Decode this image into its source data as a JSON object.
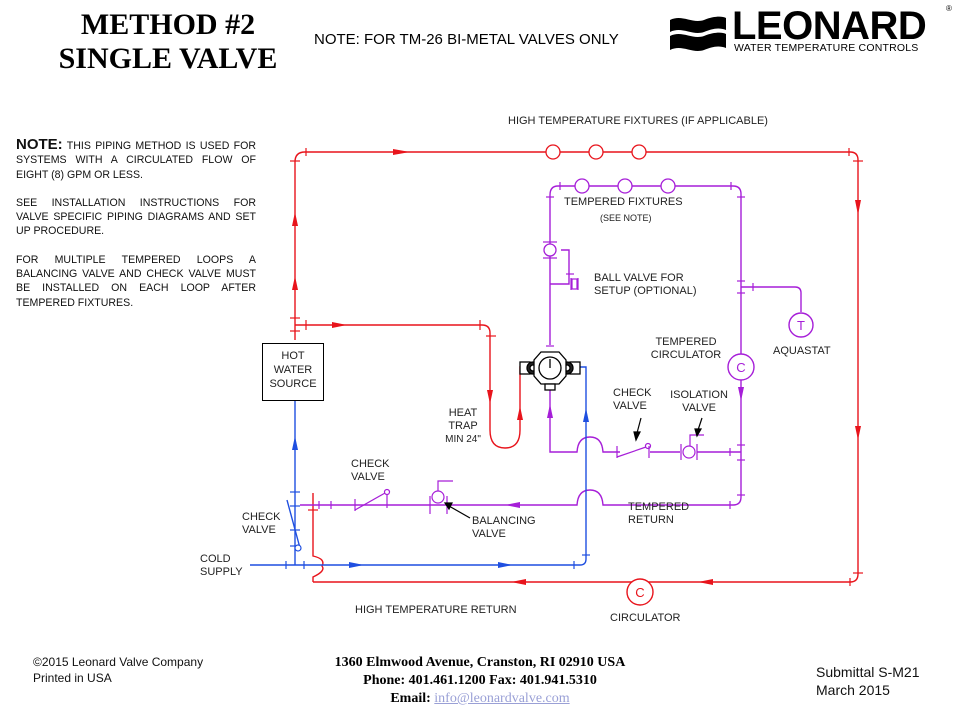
{
  "header": {
    "title_line1": "METHOD #2",
    "title_line2": "SINGLE VALVE",
    "note": "NOTE: FOR TM-26 BI-METAL VALVES ONLY",
    "logo": {
      "icon": "wave-flag-icon",
      "name": "LEONARD",
      "registered": "®",
      "tagline": "WATER TEMPERATURE CONTROLS"
    }
  },
  "notes": {
    "heading": "NOTE:",
    "paragraph1_rest": " THIS PIPING METHOD IS USED FOR SYSTEMS WITH A CIRCULATED FLOW OF EIGHT (8) GPM OR LESS.",
    "paragraph2": "SEE INSTALLATION INSTRUCTIONS FOR VALVE SPECIFIC PIPING DIAGRAMS AND SET UP PROCEDURE.",
    "paragraph3": "FOR MULTIPLE TEMPERED LOOPS A BALANCING VALVE AND CHECK VALVE MUST BE INSTALLED ON EACH LOOP AFTER TEMPERED FIXTURES."
  },
  "diagram": {
    "colors": {
      "hot": "#e8141c",
      "tempered": "#a61ed8",
      "cold": "#1f4fe0",
      "outline": "#000000"
    },
    "labels": {
      "high_temp_fixtures": "HIGH TEMPERATURE FIXTURES (IF APPLICABLE)",
      "tempered_fixtures": "TEMPERED FIXTURES",
      "see_note": "(SEE NOTE)",
      "ball_valve_line1": "BALL VALVE FOR",
      "ball_valve_line2": "SETUP (OPTIONAL)",
      "tempered_circulator_line1": "TEMPERED",
      "tempered_circulator_line2": "CIRCULATOR",
      "circulator_symbol": "C",
      "aquastat": "AQUASTAT",
      "aquastat_symbol": "T",
      "hot_water_source_line1": "HOT",
      "hot_water_source_line2": "WATER",
      "hot_water_source_line3": "SOURCE",
      "heat_trap_line1": "HEAT",
      "heat_trap_line2": "TRAP",
      "heat_trap_line3": "MIN 24\"",
      "check_valve_right_line1": "CHECK",
      "check_valve_right_line2": "VALVE",
      "isolation_valve_line1": "ISOLATION",
      "isolation_valve_line2": "VALVE",
      "check_valve_mid_line1": "CHECK",
      "check_valve_mid_line2": "VALVE",
      "check_valve_left_line1": "CHECK",
      "check_valve_left_line2": "VALVE",
      "balancing_valve_line1": "BALANCING",
      "balancing_valve_line2": "VALVE",
      "tempered_return_line1": "TEMPERED",
      "tempered_return_line2": "RETURN",
      "cold_supply_line1": "COLD",
      "cold_supply_line2": "SUPPLY",
      "high_temp_return": "HIGH TEMPERATURE RETURN",
      "circulator": "CIRCULATOR"
    }
  },
  "footer": {
    "copyright": "©2015 Leonard Valve Company",
    "printed": "Printed in USA",
    "address": "1360 Elmwood Avenue, Cranston, RI 02910 USA",
    "phone_fax": "Phone: 401.461.1200 Fax: 401.941.5310",
    "email_label": "Email: ",
    "email": "info@leonardvalve.com",
    "submittal": "Submittal S-M21",
    "date": "March 2015"
  }
}
